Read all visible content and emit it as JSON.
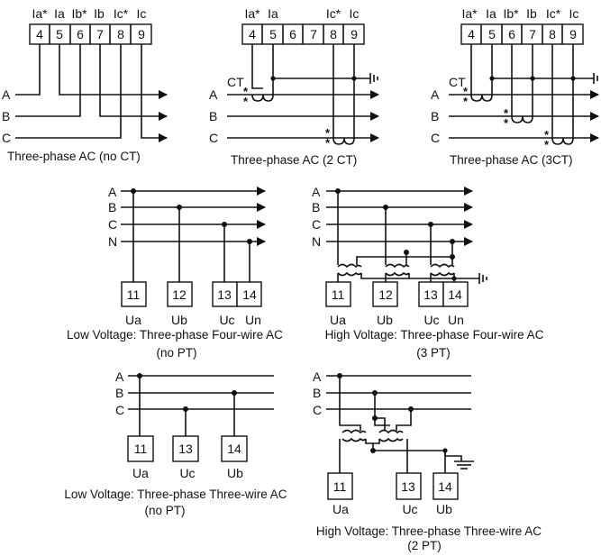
{
  "ct_no": {
    "headers": [
      "Ia*",
      "Ia",
      "Ib*",
      "Ib",
      "Ic*",
      "Ic"
    ],
    "terminals": [
      "4",
      "5",
      "6",
      "7",
      "8",
      "9"
    ],
    "lines": [
      "A",
      "B",
      "C"
    ],
    "caption": "Three-phase AC (no CT)"
  },
  "ct_2": {
    "headers": [
      "Ia*",
      "Ia",
      "Ic*",
      "Ic"
    ],
    "terminals": [
      "4",
      "5",
      "6",
      "7",
      "8",
      "9"
    ],
    "ct_label": "CT",
    "lines": [
      "A",
      "B",
      "C"
    ],
    "caption": "Three-phase AC (2 CT)"
  },
  "ct_3": {
    "headers": [
      "Ia*",
      "Ia",
      "Ib*",
      "Ib",
      "Ic*",
      "Ic"
    ],
    "terminals": [
      "4",
      "5",
      "6",
      "7",
      "8",
      "9"
    ],
    "ct_label": "CT",
    "lines": [
      "A",
      "B",
      "C"
    ],
    "caption": "Three-phase AC (3CT)"
  },
  "lv4": {
    "lines": [
      "A",
      "B",
      "C",
      "N"
    ],
    "terminals": [
      "11",
      "12",
      "13",
      "14"
    ],
    "labels": [
      "Ua",
      "Ub",
      "Uc",
      "Un"
    ],
    "caption1": "Low Voltage: Three-phase Four-wire AC",
    "caption2": "(no PT)"
  },
  "hv4": {
    "lines": [
      "A",
      "B",
      "C",
      "N"
    ],
    "terminals": [
      "11",
      "12",
      "13",
      "14"
    ],
    "labels": [
      "Ua",
      "Ub",
      "Uc",
      "Un"
    ],
    "caption1": "High Voltage: Three-phase Four-wire AC",
    "caption2": "(3 PT)"
  },
  "lv3": {
    "lines": [
      "A",
      "B",
      "C"
    ],
    "terminals": [
      "11",
      "13",
      "14"
    ],
    "labels": [
      "Ua",
      "Uc",
      "Ub"
    ],
    "caption1": "Low Voltage: Three-phase Three-wire AC",
    "caption2": "(no PT)"
  },
  "hv3": {
    "lines": [
      "A",
      "B",
      "C"
    ],
    "terminals": [
      "11",
      "13",
      "14"
    ],
    "labels": [
      "Ua",
      "Uc",
      "Ub"
    ],
    "caption1": "High Voltage: Three-phase Three-wire AC",
    "caption2": "(2 PT)"
  },
  "symbols": {
    "star": "*"
  }
}
